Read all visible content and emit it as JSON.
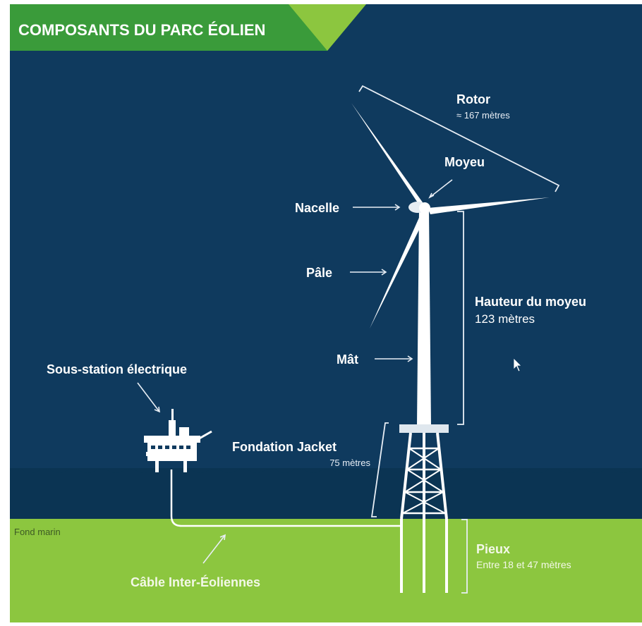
{
  "title": "COMPOSANTS DU PARC ÉOLIEN",
  "labels": {
    "rotor": "Rotor",
    "rotor_size": "≈ 167 mètres",
    "moyeu": "Moyeu",
    "nacelle": "Nacelle",
    "pale": "Pâle",
    "hauteur_moyeu": "Hauteur du moyeu",
    "hauteur_moyeu_value": "123 mètres",
    "mat": "Mât",
    "sous_station": "Sous-station électrique",
    "fondation": "Fondation Jacket",
    "fondation_value": "75 mètres",
    "fond_marin": "Fond marin",
    "pieux": "Pieux",
    "pieux_value": "Entre 18 et 47 mètres",
    "cable": "Câble Inter-Éoliennes"
  },
  "colors": {
    "sky": "#0f3a5e",
    "sea": "#0b3453",
    "seabed": "#8cc63f",
    "title_banner": "#3a9b3a",
    "structure": "#ffffff"
  }
}
